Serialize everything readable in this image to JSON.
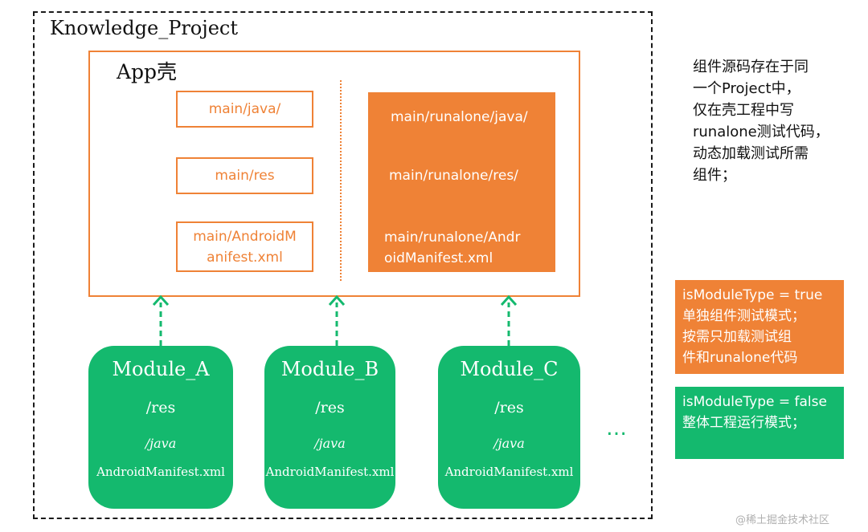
{
  "project": {
    "title": "Knowledge_Project"
  },
  "app_shell": {
    "title": "App壳",
    "sources": {
      "java": "main/java/",
      "res": "main/res",
      "manifest": "main/AndroidM\nanifest.xml"
    },
    "runalone": {
      "java": "main/runalone/java/",
      "res": "main/runalone/res/",
      "manifest": "main/runalone/Andr\noidManifest.xml"
    }
  },
  "modules": [
    {
      "title": "Module_A",
      "res": "/res",
      "java": "/java",
      "manifest": "AndroidManifest.xml"
    },
    {
      "title": "Module_B",
      "res": "/res",
      "java": "/java",
      "manifest": "AndroidManifest.xml"
    },
    {
      "title": "Module_C",
      "res": "/res",
      "java": "/java",
      "manifest": "AndroidManifest.xml"
    }
  ],
  "ellipsis": "…",
  "notes": {
    "description": "组件源码存在于同\n一个Project中，\n仅在壳工程中写\nrunalone测试代码，\n动态加载测试所需\n组件；",
    "true_mode": "isModuleType = true\n单独组件测试模式；\n按需只加载测试组\n件和runalone代码",
    "false_mode": "isModuleType = false\n整体工程运行模式；"
  },
  "watermark": "@稀土掘金技术社区",
  "colors": {
    "orange": "#ef8236",
    "green": "#14b96e",
    "frame": "#1a1a1a"
  }
}
